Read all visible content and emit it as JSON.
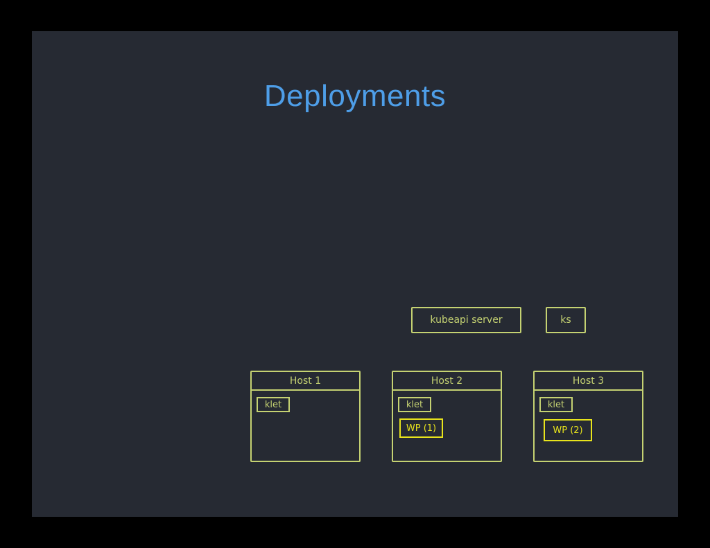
{
  "title": "Deployments",
  "control_plane": {
    "api_server": "kubeapi server",
    "scheduler": "ks"
  },
  "hosts": [
    {
      "name": "Host 1",
      "agent": "klet",
      "pods": []
    },
    {
      "name": "Host 2",
      "agent": "klet",
      "pods": [
        "WP (1)"
      ]
    },
    {
      "name": "Host 3",
      "agent": "klet",
      "pods": [
        "WP (2)"
      ]
    }
  ],
  "colors": {
    "background": "#262a33",
    "title": "#4e9ee8",
    "sketch": "#c5d272",
    "pod": "#e8e41c"
  }
}
